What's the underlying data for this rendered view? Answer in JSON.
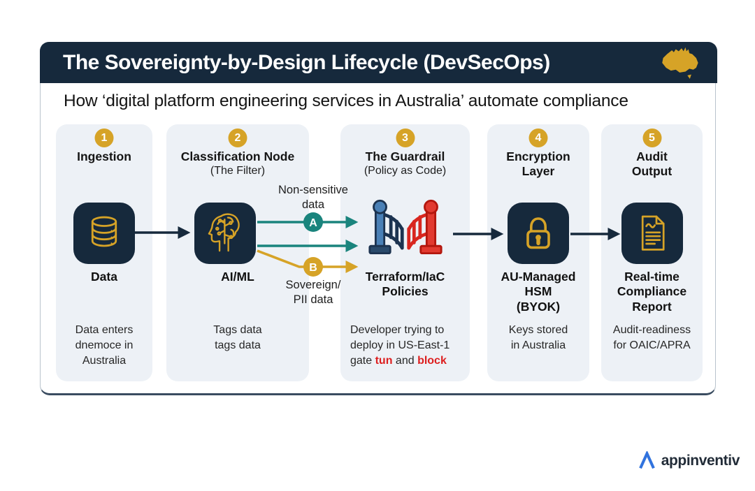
{
  "header": {
    "title": "The Sovereignty-by-Design Lifecycle (DevSecOps)",
    "flag_icon": "australia-map-icon"
  },
  "subtitle": "How ‘digital platform engineering services in Australia’ automate compliance",
  "columns": [
    {
      "badge": "1",
      "title": "Ingestion",
      "subtitle": "",
      "icon": "database-icon",
      "icon_label": "Data",
      "description": "Data enters\ndnemoce in\nAustralia"
    },
    {
      "badge": "2",
      "title": "Classification Node",
      "subtitle": "(The Filter)",
      "icon": "ai-head-circuit-icon",
      "icon_label": "AI/ML",
      "description": "Tags data\ntags data"
    },
    {
      "badge": "3",
      "title": "The Guardrail",
      "subtitle": "(Policy as Code)",
      "icon": "barrier-gates-icon",
      "icon_label": "Terraform/IaC\nPolicies",
      "description_parts": {
        "prefix": "Developer trying to deploy in US-East-1 gate ",
        "highlight1": "tun",
        "middle": " and ",
        "highlight2": "block"
      }
    },
    {
      "badge": "4",
      "title": "Encryption\nLayer",
      "subtitle": "",
      "icon": "padlock-icon",
      "icon_label": "AU-Managed\nHSM\n(BYOK)",
      "description": "Keys stored\nin Australia"
    },
    {
      "badge": "5",
      "title": "Audit\nOutput",
      "subtitle": "",
      "icon": "document-report-icon",
      "icon_label": "Real-time\nCompliance\nReport",
      "description": "Audit-readiness\nfor OAIC/APRA"
    }
  ],
  "flow": {
    "branch_a": {
      "label": "A",
      "caption": "Non-sensitive\ndata"
    },
    "branch_b": {
      "label": "B",
      "caption": "Sovereign/\nPII data"
    }
  },
  "footer": {
    "brand": "appinventiv"
  },
  "colors": {
    "navy": "#16293C",
    "gold": "#D6A327",
    "teal": "#1A847D",
    "red": "#DD1F1F",
    "gate_blue": "#4A80B6",
    "gate_red": "#E23A30",
    "brand_blue": "#3173DE",
    "column_bg": "#EDF1F6"
  }
}
